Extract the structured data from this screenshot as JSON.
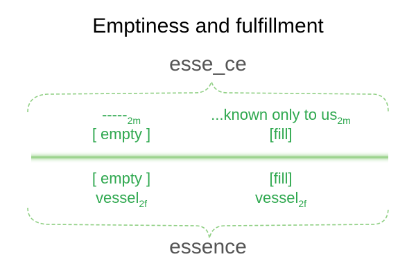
{
  "title": "Emptiness and fulfillment",
  "top_word": "esse_ce",
  "bottom_word": "essence",
  "colors": {
    "label_green": "#2fa84f",
    "brace_green": "#8fcf83",
    "divider_green": "#a6d99a",
    "word_gray": "#555555"
  },
  "cells": {
    "top_left": {
      "line1": "-----",
      "line1_sub": "2m",
      "line2": "[ empty ]"
    },
    "top_right": {
      "line1": "...known only to us",
      "line1_sub": "2m",
      "line2": "[fill]"
    },
    "bottom_left": {
      "line1": "[ empty ]",
      "line2": "vessel",
      "line2_sub": "2f"
    },
    "bottom_right": {
      "line1": "[fill]",
      "line2": "vessel",
      "line2_sub": "2f"
    }
  }
}
